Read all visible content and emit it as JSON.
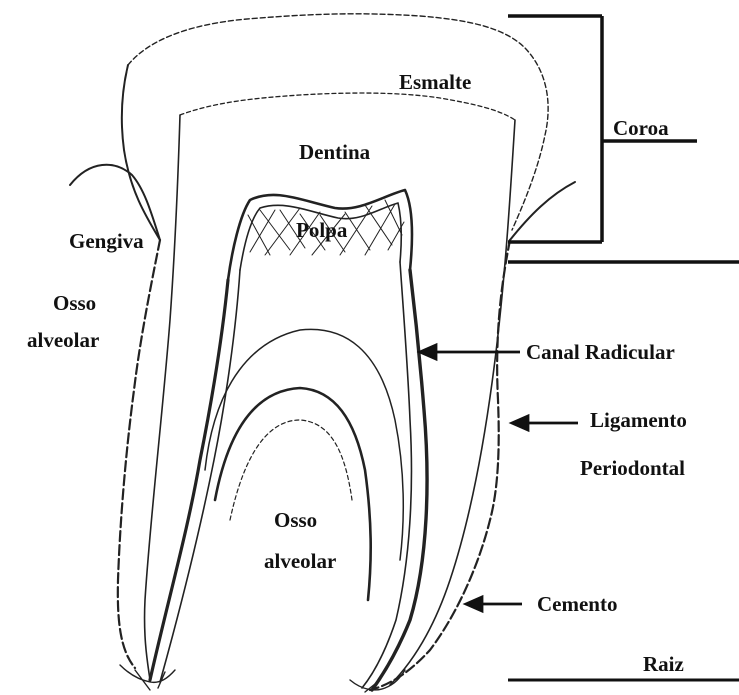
{
  "labels": {
    "esmalte": "Esmalte",
    "coroa": "Coroa",
    "dentina": "Dentina",
    "gengiva": "Gengiva",
    "polpa": "Polpa",
    "osso_alveolar_left_1": "Osso",
    "osso_alveolar_left_2": "alveolar",
    "canal_radicular": "Canal Radicular",
    "ligamento_1": "Ligamento",
    "ligamento_2": "Periodontal",
    "osso_alveolar_center_1": "Osso",
    "osso_alveolar_center_2": "alveolar",
    "cemento": "Cemento",
    "raiz": "Raiz"
  },
  "colors": {
    "ink": "#111111",
    "background": "#ffffff"
  }
}
